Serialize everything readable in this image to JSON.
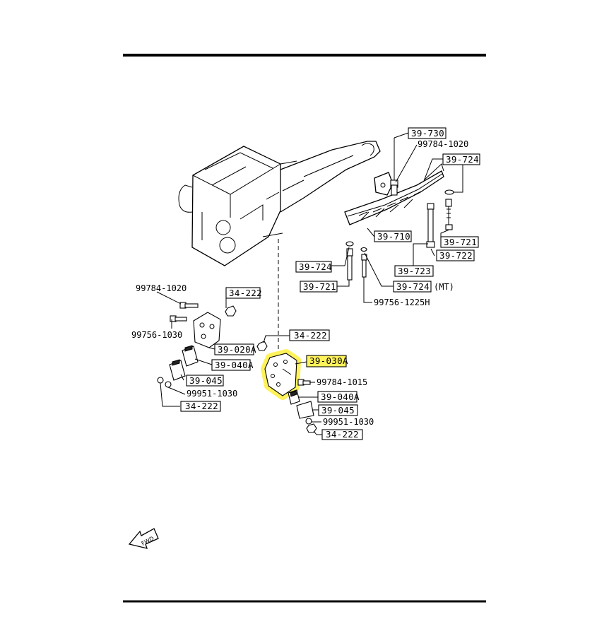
{
  "diagram": {
    "highlight_color": "#FFF25A",
    "callouts": {
      "c_39_730": "39-730",
      "c_99784_1020_top": "99784-1020",
      "c_39_724_top": "39-724",
      "c_39_710": "39-710",
      "c_39_721_right": "39-721",
      "c_39_722": "39-722",
      "c_39_723": "39-723",
      "c_39_724_mid": "39-724",
      "c_39_724_mt": "39-724",
      "c_mt_suffix": "(MT)",
      "c_39_721_left": "39-721",
      "c_99756_1225h": "99756-1225H",
      "c_99784_1020_left": "99784-1020",
      "c_34_222_a": "34-222",
      "c_99756_1030": "99756-1030",
      "c_39_020a": "39-020A",
      "c_39_040a_left": "39-040A",
      "c_39_045_left": "39-045",
      "c_99951_1030_left": "99951-1030",
      "c_34_222_b": "34-222",
      "c_34_222_c": "34-222",
      "c_39_030a": "39-030A",
      "c_99784_1015": "99784-1015",
      "c_39_040a_right": "39-040A",
      "c_39_045_right": "39-045",
      "c_99951_1030_right": "99951-1030",
      "c_34_222_d": "34-222",
      "fwd": "FWD"
    }
  }
}
